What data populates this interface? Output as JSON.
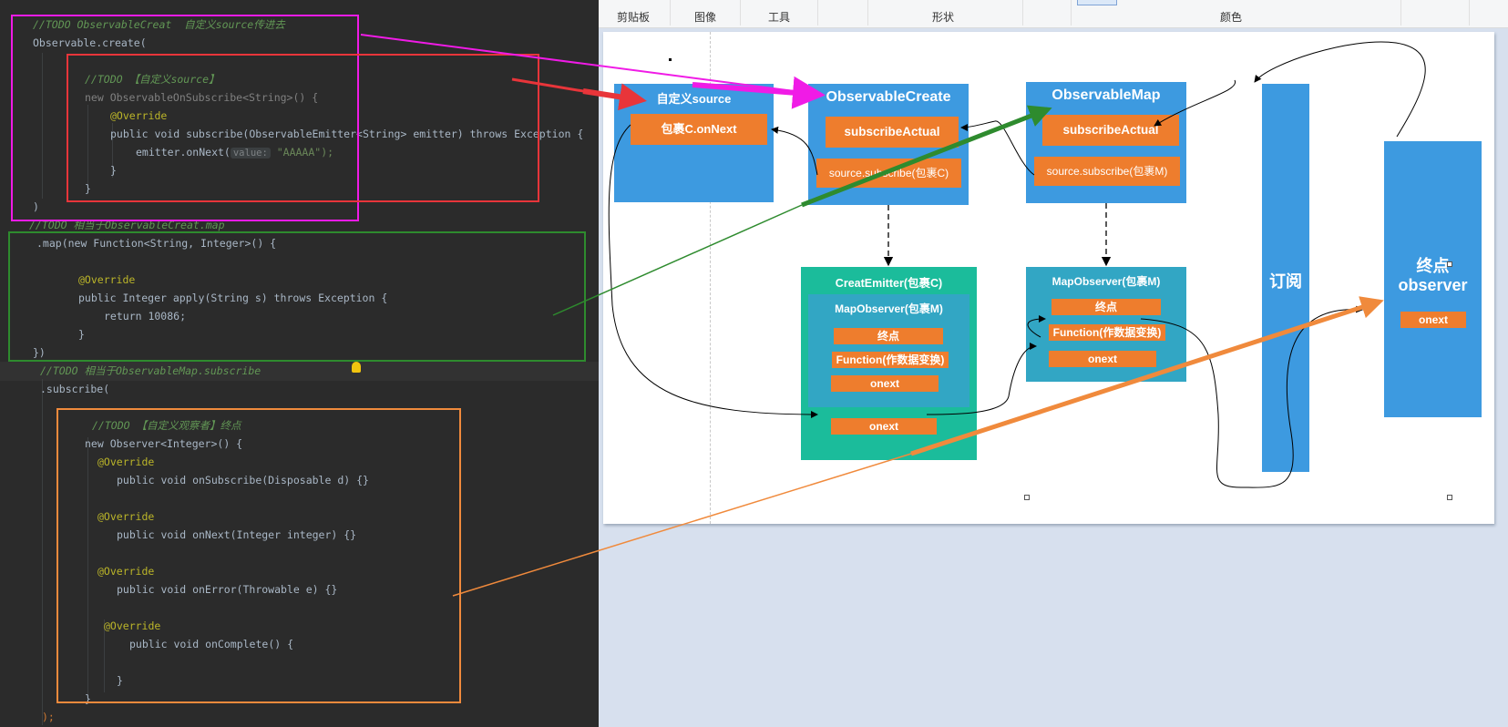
{
  "ide": {
    "code": [
      "//TODO ObservableCreat  自定义source传进去",
      "Observable.create(",
      "//TODO 【自定义source】",
      "new ObservableOnSubscribe<String>() {",
      "@Override",
      "public void subscribe(ObservableEmitter<String> emitter) throws Exception {",
      "emitter.onNext(",
      "value:",
      "\"AAAAA\");",
      "}",
      "}",
      ")",
      "//TODO 相当于ObservableCreat.map",
      ".map(new Function<String, Integer>() {",
      "@Override",
      "public Integer apply(String s) throws Exception {",
      "return 10086;",
      "}",
      "})",
      "//TODO 相当于ObservableMap.subscribe",
      ".subscribe(",
      "//TODO 【自定义观察者】终点",
      "new Observer<Integer>() {",
      "@Override",
      "public void onSubscribe(Disposable d) {}",
      "@Override",
      "public void onNext(Integer integer) {}",
      "@Override",
      "public void onError(Throwable e) {}",
      "@Override",
      "public void onComplete() {",
      "}",
      "}",
      ");"
    ]
  },
  "ribbon": {
    "groups": [
      "剪贴板",
      "图像",
      "工具",
      "形状",
      "颜色"
    ]
  },
  "diagram": {
    "source_box": {
      "title": "自定义source",
      "inner": "包裹C.onNext"
    },
    "create_box": {
      "title": "ObservableCreate",
      "actual": "subscribeActual",
      "sub": "source.subscribe(包裹C)"
    },
    "map_box": {
      "title": "ObservableMap",
      "actual": "subscribeActual",
      "sub": "source.subscribe(包裹M)"
    },
    "emitter_box": {
      "title": "CreatEmitter(包裹C)",
      "inner_title": "MapObserver(包裹M)",
      "endpoint": "终点",
      "function": "Function(作数据变换)",
      "onext_inner": "onext",
      "onext_outer": "onext"
    },
    "mapobserver_box": {
      "title": "MapObserver(包裹M)",
      "endpoint": "终点",
      "function": "Function(作数据变换)",
      "onext": "onext"
    },
    "subscribe_bar": {
      "label": "订阅"
    },
    "observer_box": {
      "title_line1": "终点",
      "title_line2": "observer",
      "onext": "onext"
    }
  },
  "colors": {
    "magenta": "#f01be6",
    "red": "#e8353a",
    "green": "#2e8b2e",
    "orange": "#f08a3c",
    "box_blue": "#3d9ae0",
    "box_teal": "#1bbc9b",
    "box_cyan": "#32a6c4",
    "box_orange": "#ee7d2d"
  }
}
